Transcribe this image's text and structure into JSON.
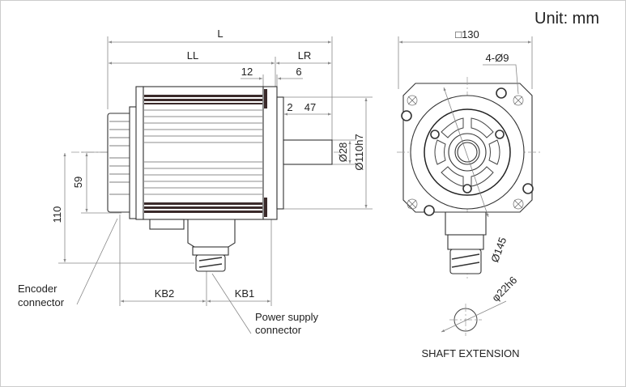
{
  "unit_label": "Unit: mm",
  "side_view": {
    "dims": {
      "L": "L",
      "LL": "LL",
      "LR": "LR",
      "d12": "12",
      "d6": "6",
      "d2": "2",
      "d47": "47",
      "shaft_dia": "Ø28",
      "flange_dia": "Ø110h7",
      "h59": "59",
      "h110": "110",
      "KB2": "KB2",
      "KB1": "KB1"
    },
    "callouts": {
      "encoder_line1": "Encoder",
      "encoder_line2": "connector",
      "power_line1": "Power supply",
      "power_line2": "connector"
    }
  },
  "front_view": {
    "square": "□130",
    "holes": "4-Ø9",
    "pcd": "Ø145"
  },
  "shaft_extension": {
    "dia": "φ22h6",
    "label": "SHAFT EXTENSION"
  }
}
